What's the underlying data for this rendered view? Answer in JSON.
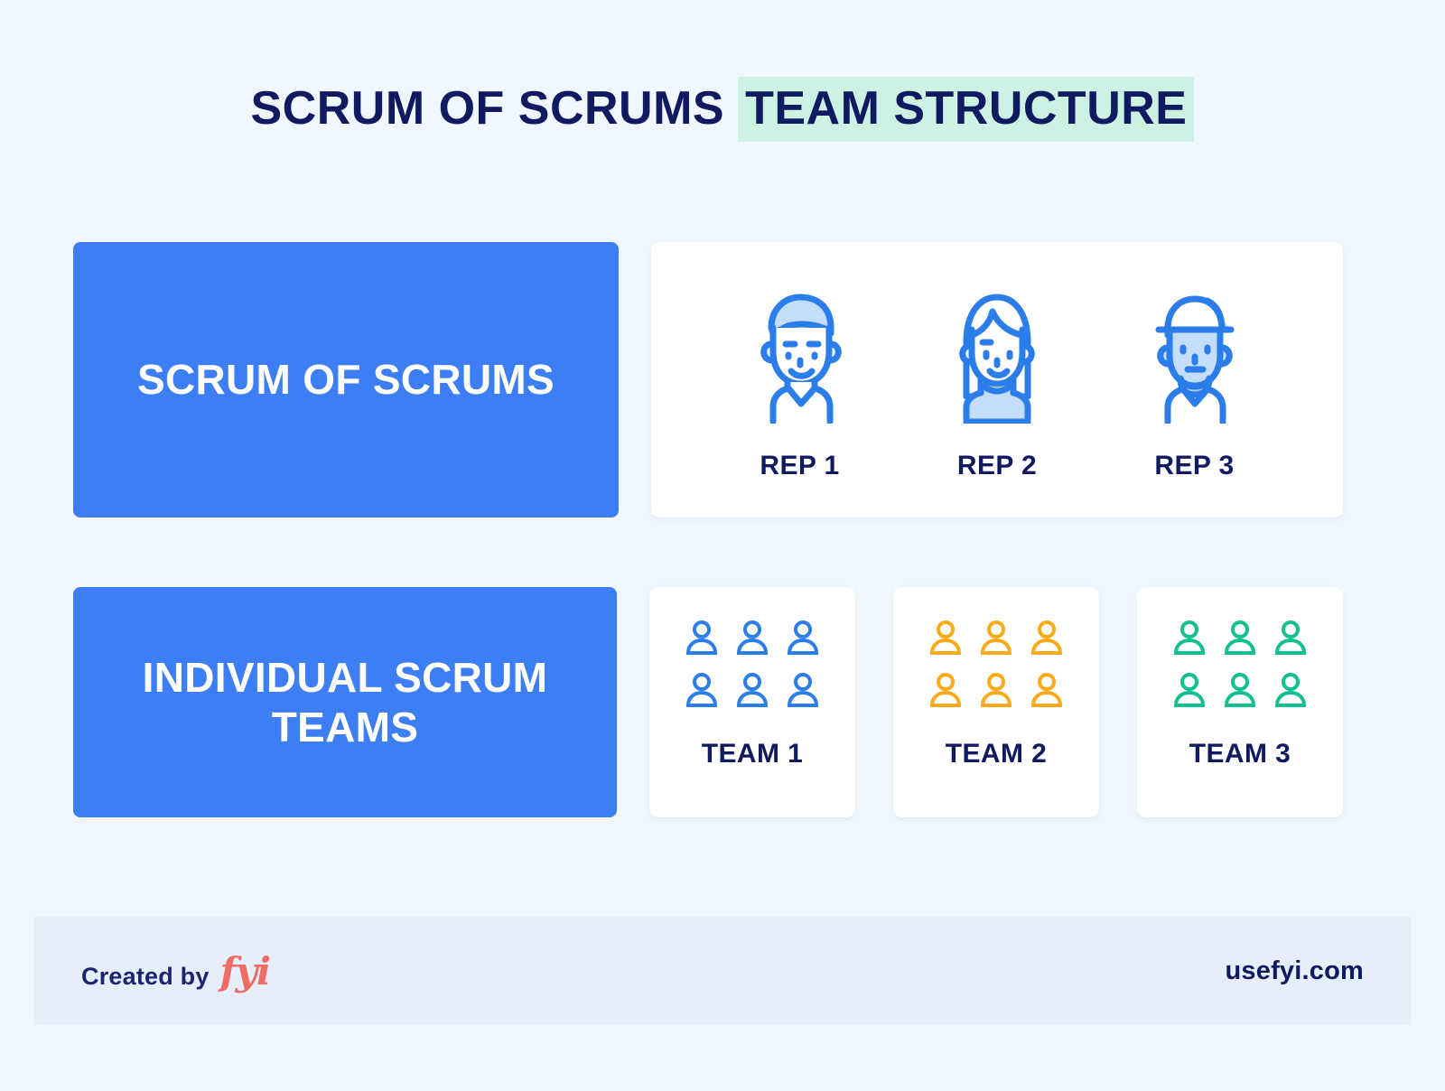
{
  "title": {
    "plain_part": "SCRUM OF SCRUMS ",
    "highlight_part": "TEAM STRUCTURE",
    "text_color": "#101a60",
    "highlight_color": "#cdf2e3"
  },
  "page": {
    "background": "#f0f7fe"
  },
  "row1": {
    "label_box": {
      "text": "SCRUM OF SCRUMS",
      "background": "#3d7ef4",
      "text_color": "#ffffff"
    },
    "reps": [
      {
        "label": "REP 1",
        "icon": "avatar-man-short-hair-icon",
        "color": "#2b7de9"
      },
      {
        "label": "REP 2",
        "icon": "avatar-woman-long-hair-icon",
        "color": "#2b7de9"
      },
      {
        "label": "REP 3",
        "icon": "avatar-man-cap-beard-icon",
        "color": "#2b7de9"
      }
    ]
  },
  "row2": {
    "label_box": {
      "text": "INDIVIDUAL SCRUM TEAMS",
      "background": "#3d7ef4",
      "text_color": "#ffffff"
    },
    "teams": [
      {
        "label": "TEAM 1",
        "member_count": 6,
        "color": "#2b7de9",
        "icon": "person-icon"
      },
      {
        "label": "TEAM 2",
        "member_count": 6,
        "color": "#fbab19",
        "icon": "person-icon"
      },
      {
        "label": "TEAM 3",
        "member_count": 6,
        "color": "#11bf91",
        "icon": "person-icon"
      }
    ]
  },
  "footer": {
    "created_text": "Created by",
    "logo_text": "fyi",
    "logo_color": "#ef6b63",
    "site": "usefyi.com",
    "background": "#e5eef9"
  }
}
